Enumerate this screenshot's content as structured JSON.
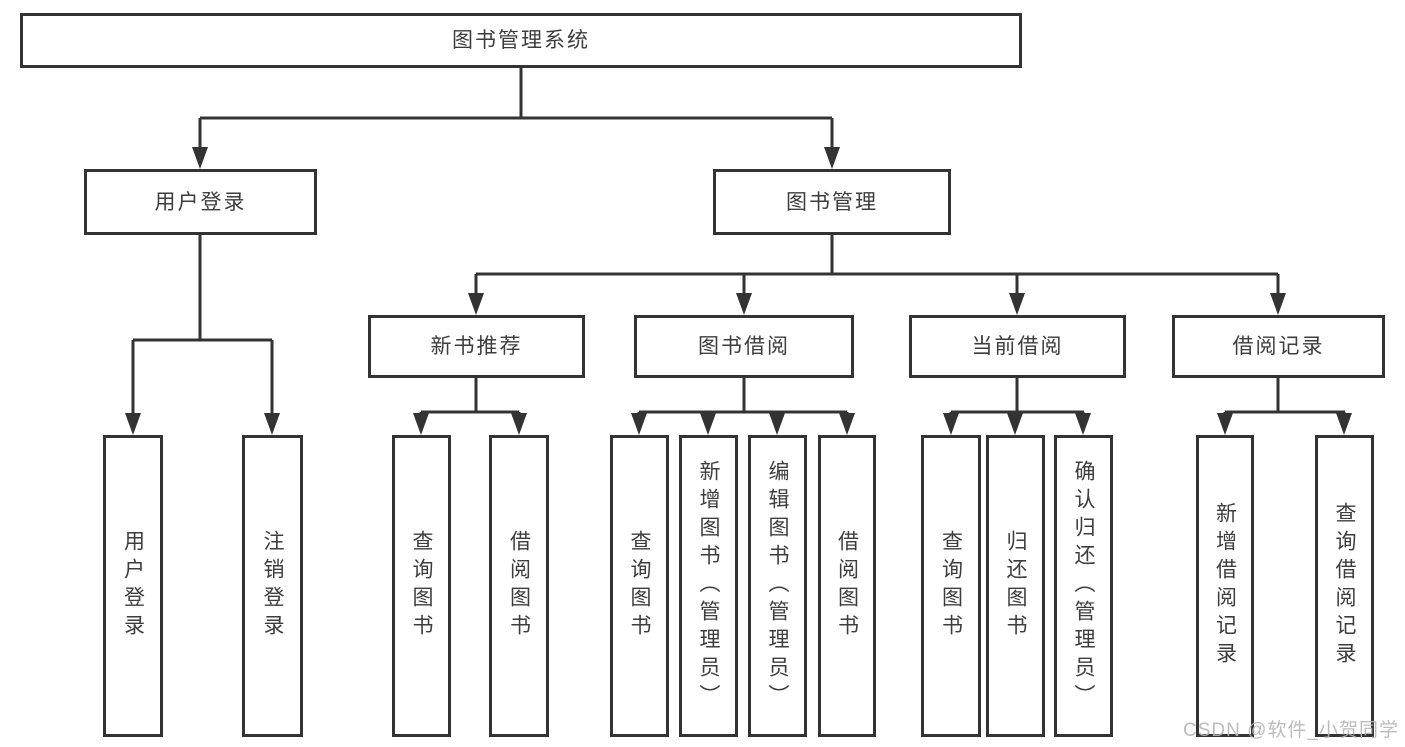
{
  "diagram": {
    "structure": {
      "label": "图书管理系统",
      "children": [
        {
          "label": "用户登录",
          "children": [
            {
              "label": "用户登录"
            },
            {
              "label": "注销登录"
            }
          ]
        },
        {
          "label": "图书管理",
          "children": [
            {
              "label": "新书推荐",
              "children": [
                {
                  "label": "查询图书"
                },
                {
                  "label": "借阅图书"
                }
              ]
            },
            {
              "label": "图书借阅",
              "children": [
                {
                  "label": "查询图书"
                },
                {
                  "label": "新增图书（管理员）"
                },
                {
                  "label": "编辑图书（管理员）"
                },
                {
                  "label": "借阅图书"
                }
              ]
            },
            {
              "label": "当前借阅",
              "children": [
                {
                  "label": "查询图书"
                },
                {
                  "label": "归还图书"
                },
                {
                  "label": "确认归还（管理员）"
                }
              ]
            },
            {
              "label": "借阅记录",
              "children": [
                {
                  "label": "新增借阅记录"
                },
                {
                  "label": "查询借阅记录"
                }
              ]
            }
          ]
        }
      ]
    }
  },
  "watermark": {
    "text": "CSDN @软件_小贺同学"
  },
  "colors": {
    "line": "#333333",
    "text": "#3d3d3d",
    "box_background": "#ffffff",
    "page_background": "#ffffff",
    "watermark": "#b5b5b5"
  }
}
